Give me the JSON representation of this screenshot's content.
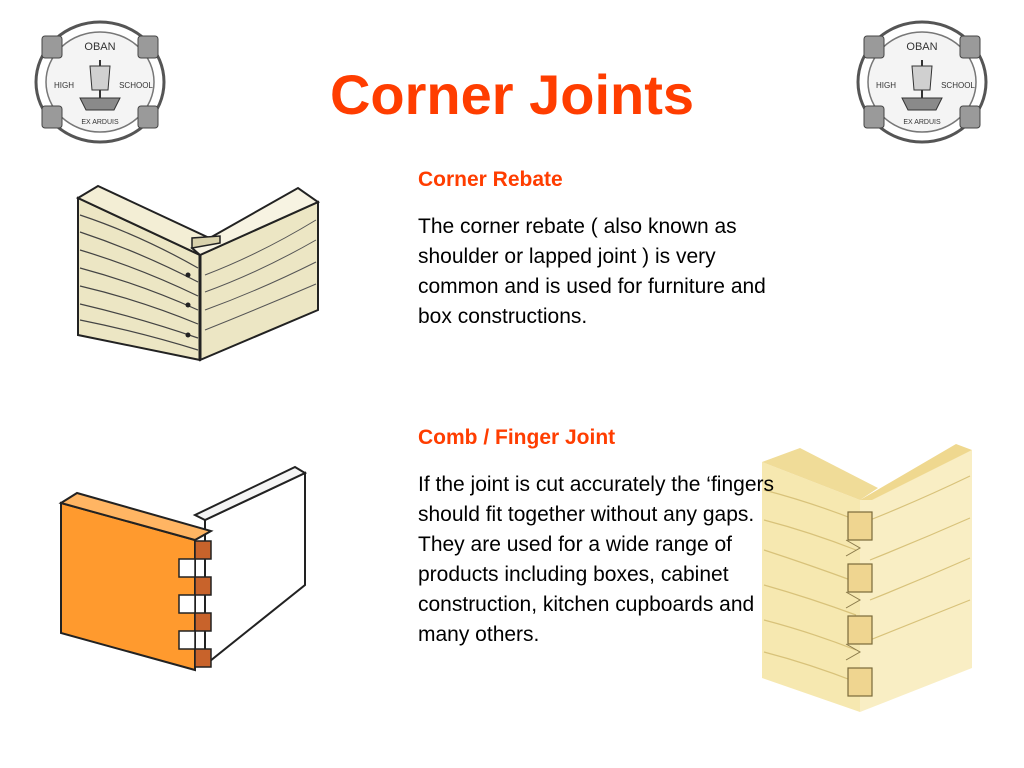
{
  "slide": {
    "title": "Corner Joints",
    "logo": {
      "top_text": "OBAN",
      "left_text": "HIGH",
      "right_text": "SCHOOL",
      "bottom_text": "EX ARDUIS"
    },
    "sections": [
      {
        "heading": "Corner Rebate",
        "text": "The corner rebate ( also known as shoulder or lapped joint ) is very common and is used for furniture and box constructions."
      },
      {
        "heading": "Comb / Finger Joint",
        "text": "If the joint is cut accurately the ‘fingers should fit together without any gaps. They are used for a wide range of products including boxes, cabinet construction, kitchen cupboards and many others."
      }
    ],
    "colors": {
      "accent": "#ff3d00",
      "orange_wood": "#ff9a2e",
      "pale_wood": "#ece6c4",
      "light_wood": "#f6e8b0"
    },
    "illustrations": [
      "corner-rebate-joint",
      "finger-joint-orange-white",
      "finger-joint-wood-grain"
    ]
  }
}
